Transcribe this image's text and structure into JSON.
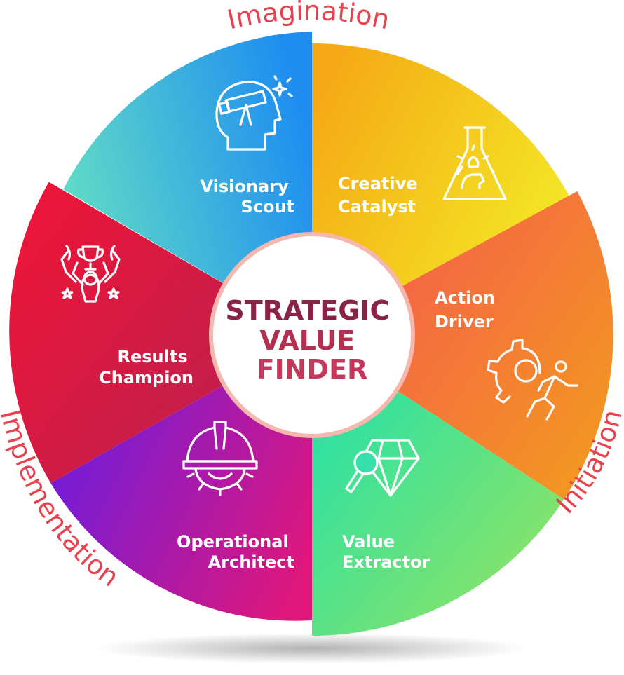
{
  "center": {
    "lines": [
      "STRATEGIC",
      "VALUE",
      "FINDER"
    ],
    "circle_color": "#ffffff",
    "ring_color": "#f5b7ae"
  },
  "phases": {
    "top": "Imagination",
    "left": "Implementation",
    "right": "Initiation",
    "color": "#e9424f"
  },
  "segments": [
    {
      "lines": [
        "Visionary",
        "Scout"
      ],
      "icon": "telescope-head-icon",
      "colors": [
        "#5ed8c8",
        "#1f8ef0"
      ]
    },
    {
      "lines": [
        "Creative",
        "Catalyst"
      ],
      "icon": "flask-bulb-icon",
      "colors": [
        "#f5a915",
        "#f3ee28"
      ]
    },
    {
      "lines": [
        "Action",
        "Driver"
      ],
      "icon": "runner-gear-icon",
      "colors": [
        "#f4574f",
        "#f39a1f"
      ]
    },
    {
      "lines": [
        "Value",
        "Extractor"
      ],
      "icon": "diamond-magnifier-icon",
      "colors": [
        "#18e0b0",
        "#9de45c"
      ]
    },
    {
      "lines": [
        "Operational",
        "Architect"
      ],
      "icon": "hardhat-gear-icon",
      "colors": [
        "#6a1de0",
        "#e0177a"
      ]
    },
    {
      "lines": [
        "Results",
        "Champion"
      ],
      "icon": "trophy-winner-icon",
      "colors": [
        "#ee1438",
        "#b4234f"
      ]
    }
  ]
}
